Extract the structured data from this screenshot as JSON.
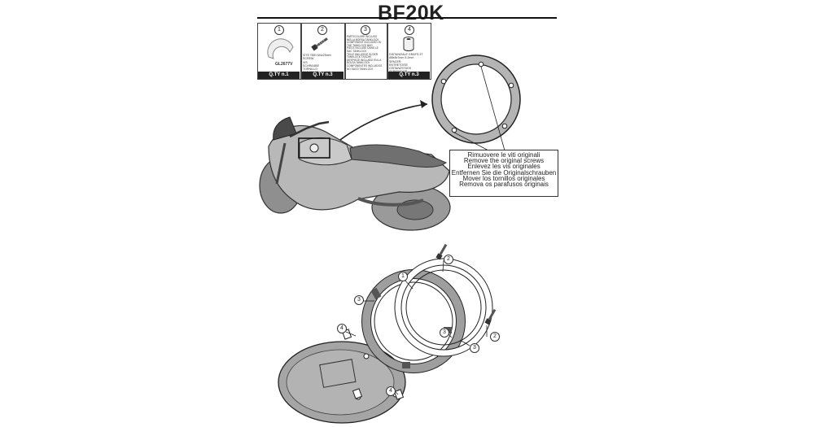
{
  "title": "BF20K",
  "parts": [
    {
      "number": "1",
      "code": "GL2677V",
      "description": "",
      "qty": "Q.TY n.1"
    },
    {
      "number": "2",
      "code": "",
      "description": "VITE TBEI M4x25mm\nSCREW\nVIS\nSCHRAUBE\nTORNILLO\nPARAFUSO",
      "qty": "Q.TY n.3"
    },
    {
      "number": "3",
      "code": "",
      "description": "PARTICOLARE INCLUSO\nNELLA BORSA TANKLOCK\nCOMPONENT INCLUDED IN\nTHE TANKLOCK BAG\nPIÈCE INCLUSE DANS LE\nSAC TANKLOCK\nTEILE INKLUSIVE IN DER\nTANKLOCK TASCHE\nDESPIECE INCLUIDO EN LA\nBOLSA TANKLOCK\nCOMPONENTES INCLUIDOS\nNO SACO TANKLOCK",
      "qty": ""
    },
    {
      "number": "4",
      "code": "",
      "description": "DISTANZIALE GRAFS.3T\nØ8x8x7mm 5.2mm\nSPACER\nENTRETOISE\nDISTANZSTÜCK\nSEPARADOR\nESPACADOR",
      "qty": "Q.TY n.3"
    }
  ],
  "instructions": [
    "Rimuovere le viti originali",
    "Remove the original screws",
    "Enlevez  les vis originales",
    "Entfernen Sie die Originalschrauben",
    "Mover los tornillos originales",
    "Remova os parafusos originais"
  ],
  "callouts": [
    "1",
    "2",
    "2",
    "3",
    "3",
    "3",
    "4",
    "4"
  ],
  "colors": {
    "ink": "#222222",
    "fill_gray": "#a9a9a9",
    "light_gray": "#d6d6d6"
  }
}
